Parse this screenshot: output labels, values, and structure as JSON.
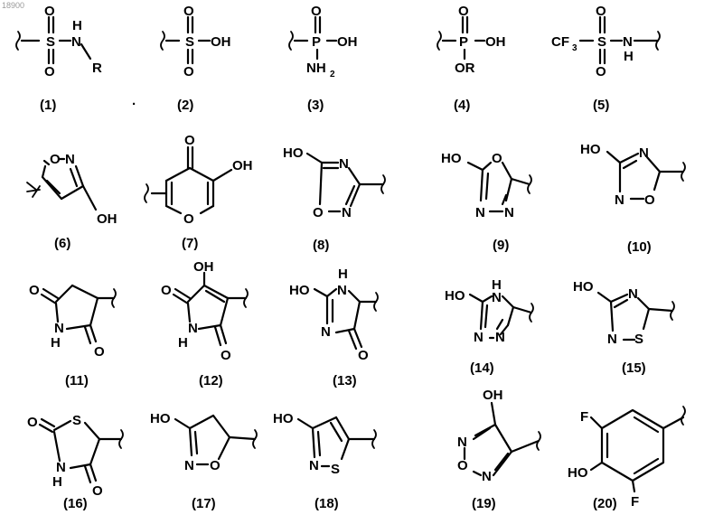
{
  "watermark": "18900",
  "stray_dot": "·",
  "structures": [
    {
      "caption": "(1)",
      "atoms": {
        "s": "S",
        "o1": "O",
        "o2": "O",
        "n": "N",
        "h": "H",
        "r": "R"
      }
    },
    {
      "caption": "(2)",
      "atoms": {
        "s": "S",
        "o1": "O",
        "o2": "O",
        "oh": "OH"
      }
    },
    {
      "caption": "(3)",
      "atoms": {
        "o": "O",
        "p": "P",
        "oh": "OH",
        "nh": "NH",
        "sub": "2"
      }
    },
    {
      "caption": "(4)",
      "atoms": {
        "o": "O",
        "p": "P",
        "oh": "OH",
        "or": "OR"
      }
    },
    {
      "caption": "(5)",
      "atoms": {
        "cf": "CF",
        "sub": "3",
        "s": "S",
        "o1": "O",
        "o2": "O",
        "n": "N",
        "h": "H"
      }
    },
    {
      "caption": "(6)",
      "atoms": {
        "o": "O",
        "n": "N",
        "oh": "OH"
      }
    },
    {
      "caption": "(7)",
      "atoms": {
        "o1": "O",
        "oh": "OH",
        "o2": "O"
      }
    },
    {
      "caption": "(8)",
      "atoms": {
        "ho": "HO",
        "n1": "N",
        "o": "O",
        "n2": "N"
      }
    },
    {
      "caption": "(9)",
      "atoms": {
        "ho": "HO",
        "o": "O",
        "n1": "N",
        "n2": "N"
      }
    },
    {
      "caption": "(10)",
      "atoms": {
        "ho": "HO",
        "n1": "N",
        "n2": "N",
        "o": "O"
      }
    },
    {
      "caption": "(11)",
      "atoms": {
        "o1": "O",
        "n": "N",
        "h": "H",
        "o2": "O"
      }
    },
    {
      "caption": "(12)",
      "atoms": {
        "oh": "OH",
        "o1": "O",
        "n": "N",
        "h": "H",
        "o2": "O"
      }
    },
    {
      "caption": "(13)",
      "atoms": {
        "ho": "HO",
        "h": "H",
        "n1": "N",
        "n2": "N",
        "o": "O"
      }
    },
    {
      "caption": "(14)",
      "atoms": {
        "ho": "HO",
        "h": "H",
        "n1": "N",
        "n2": "N",
        "n3": "N"
      }
    },
    {
      "caption": "(15)",
      "atoms": {
        "ho": "HO",
        "n1": "N",
        "n2": "N",
        "s": "S"
      }
    },
    {
      "caption": "(16)",
      "atoms": {
        "o1": "O",
        "s": "S",
        "n": "N",
        "h": "H",
        "o2": "O"
      }
    },
    {
      "caption": "(17)",
      "atoms": {
        "ho": "HO",
        "n": "N",
        "o": "O"
      }
    },
    {
      "caption": "(18)",
      "atoms": {
        "ho": "HO",
        "n": "N",
        "s": "S"
      }
    },
    {
      "caption": "(19)",
      "atoms": {
        "oh": "OH",
        "n1": "N",
        "o": "O",
        "n2": "N"
      }
    },
    {
      "caption": "(20)",
      "atoms": {
        "f1": "F",
        "ho": "HO",
        "f2": "F"
      }
    }
  ]
}
